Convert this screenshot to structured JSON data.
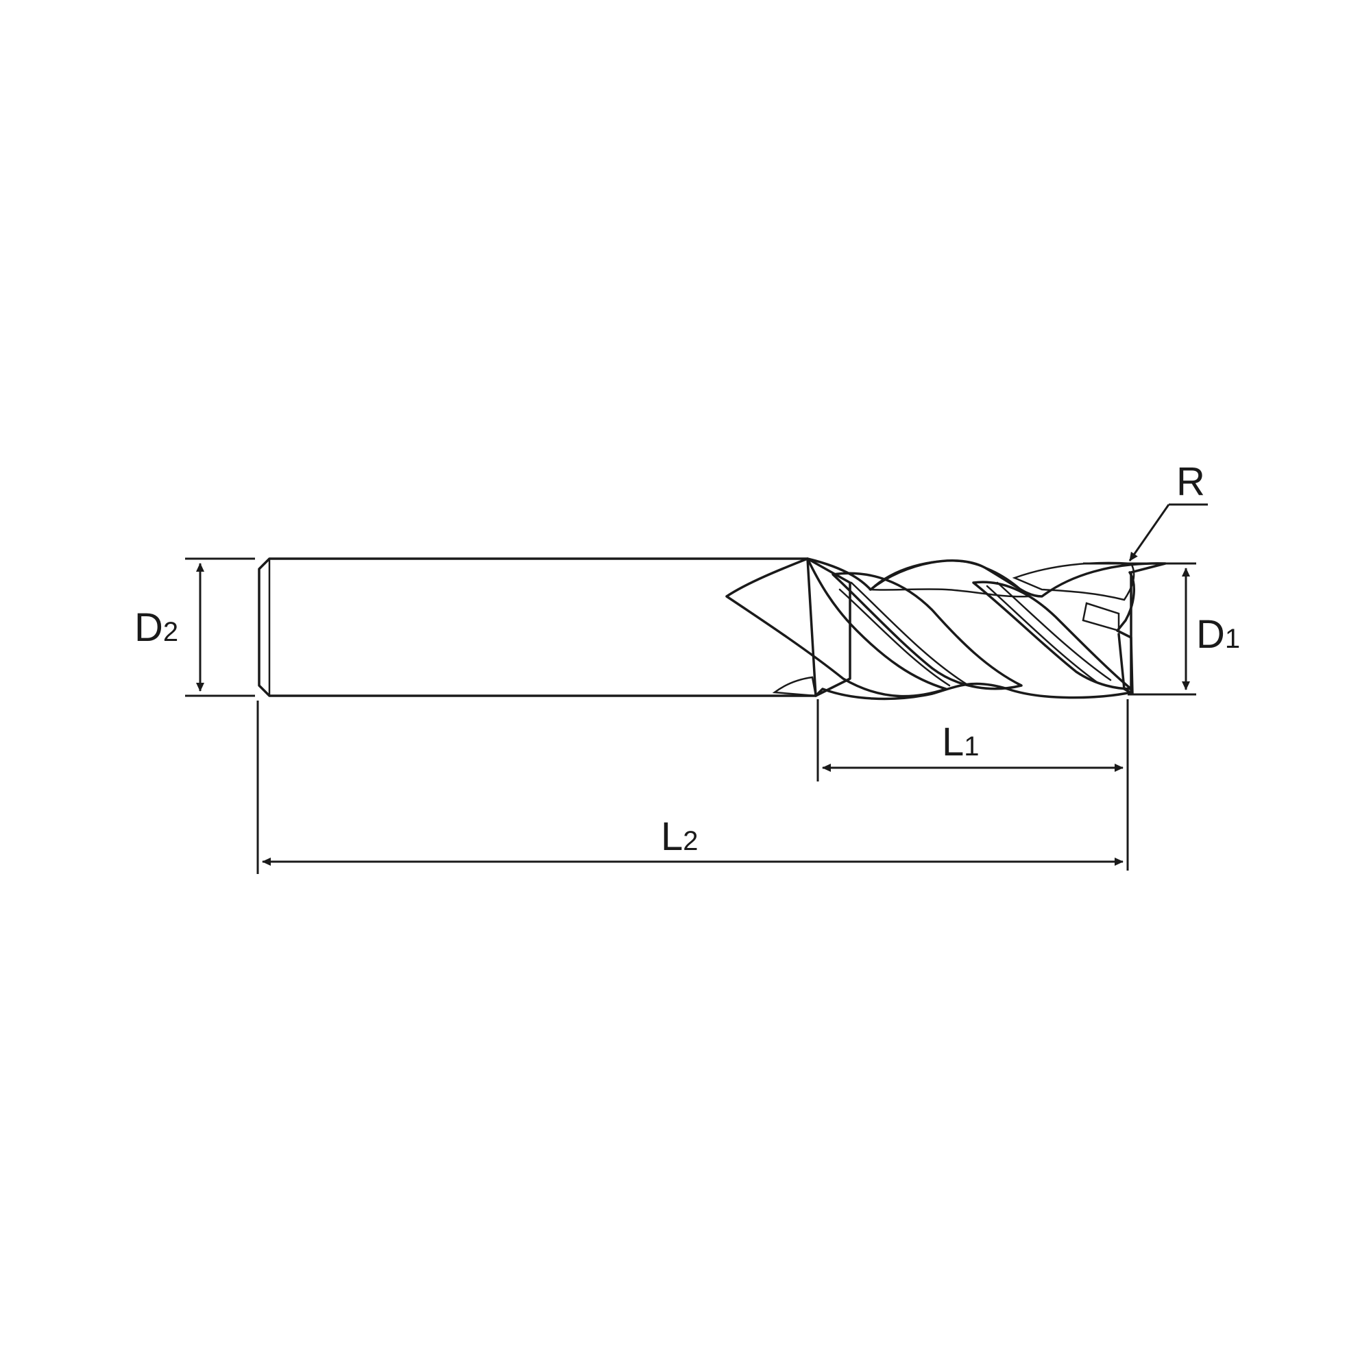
{
  "diagram": {
    "labels": {
      "d2": {
        "main": "D",
        "sub": "2"
      },
      "d1": {
        "main": "D",
        "sub": "1"
      },
      "l1": {
        "main": "L",
        "sub": "1"
      },
      "l2": {
        "main": "L",
        "sub": "2"
      },
      "r": {
        "main": "R"
      }
    },
    "colors": {
      "line": "#1a1a1a",
      "metal_light": "#f4f4f4",
      "metal_mid": "#d2d2d2",
      "metal_dark": "#9a9a9a",
      "background": "#ffffff"
    }
  }
}
